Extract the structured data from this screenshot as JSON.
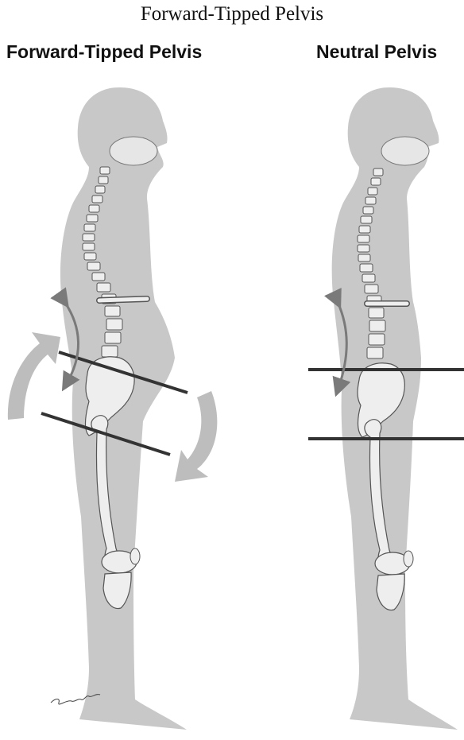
{
  "caption": "Forward-Tipped Pelvis",
  "panels": [
    {
      "title": "Forward-Tipped Pelvis",
      "pelvis_state": "anterior tilt"
    },
    {
      "title": "Neutral Pelvis",
      "pelvis_state": "neutral"
    }
  ],
  "colors": {
    "body_silhouette": "#c8c8c8",
    "bone": "#eeeeee",
    "bone_outline": "#555555",
    "reference_line": "#333333",
    "rotation_arrow": "#bdbdbd",
    "spine_arrow": "#7a7a7a"
  }
}
